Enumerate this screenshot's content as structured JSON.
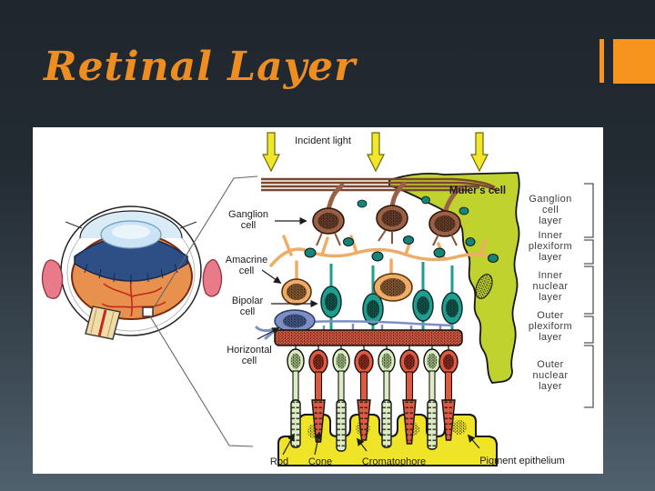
{
  "slide": {
    "title": "Retinal Layer",
    "title_color": "#EE8D20",
    "accent_color": "#F7941E",
    "panel_color": "#FFFFFF",
    "background_top": "#232B33",
    "background_bottom": "#50616E"
  },
  "diagram": {
    "labels": {
      "incident_light": "Incident light",
      "muller": "Müler's cell"
    },
    "cells": {
      "ganglion": {
        "l1": "Ganglion",
        "l2": "cell"
      },
      "amacrine": {
        "l1": "Amacrine",
        "l2": "cell"
      },
      "bipolar": {
        "l1": "Bipolar",
        "l2": "cell"
      },
      "horizontal": {
        "l1": "Horizontal",
        "l2": "cell"
      }
    },
    "layers": {
      "ganglion": {
        "l1": "Ganglion",
        "l2": "cell",
        "l3": "layer"
      },
      "inner_plexiform": {
        "l1": "Inner",
        "l2": "plexiform",
        "l3": "layer"
      },
      "inner_nuclear": {
        "l1": "Inner",
        "l2": "nuclear",
        "l3": "layer"
      },
      "outer_plexiform": {
        "l1": "Outer",
        "l2": "plexiform",
        "l3": "layer"
      },
      "outer_nuclear": {
        "l1": "Outer",
        "l2": "nuclear",
        "l3": "layer"
      }
    },
    "bottom": {
      "rod": "Rod",
      "cone": "Cone",
      "cromatophore": "Cromatophore",
      "pigment": "Pigment epithelium"
    },
    "colors": {
      "ganglion_brown": "#9A6045",
      "amacrine_orange": "#EFAC66",
      "bipolar_teal": "#1D9E8F",
      "horizontal_blue": "#7B8FC4",
      "muller_green": "#BFD22E",
      "cone_red": "#E05A41",
      "rod_pale_green": "#DDECC3",
      "pigment_yellow": "#F0E428",
      "incident_arrow_yellow": "#F2E52E"
    }
  }
}
